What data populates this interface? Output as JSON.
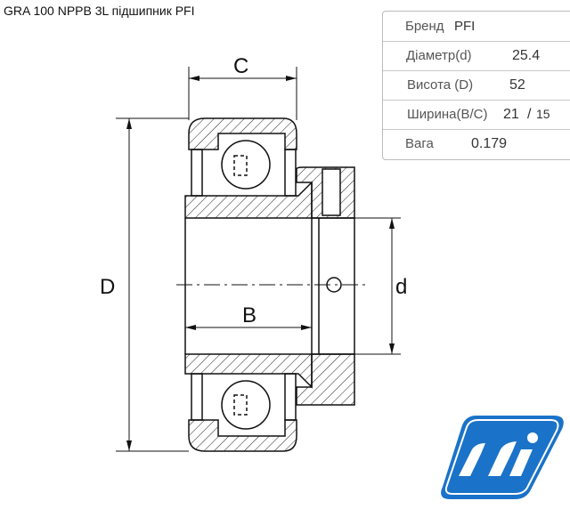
{
  "title": "GRA 100 NPPB 3L підшипник PFI",
  "specs": {
    "brand_label": "Бренд",
    "brand_value": "PFI",
    "diameter_label": "Діаметр(d)",
    "diameter_value": "25.4",
    "height_label": "Висота (D)",
    "height_value": "52",
    "width_label": "Ширина(B/C)",
    "width_b": "21",
    "width_sep": "/",
    "width_c": "15",
    "weight_label": "Вага",
    "weight_value": "0.179"
  },
  "drawing": {
    "label_c": "C",
    "label_d_outer": "D",
    "label_b": "B",
    "label_d_inner": "d"
  },
  "logo": {
    "text": "pfi",
    "color": "#1a73c8"
  }
}
